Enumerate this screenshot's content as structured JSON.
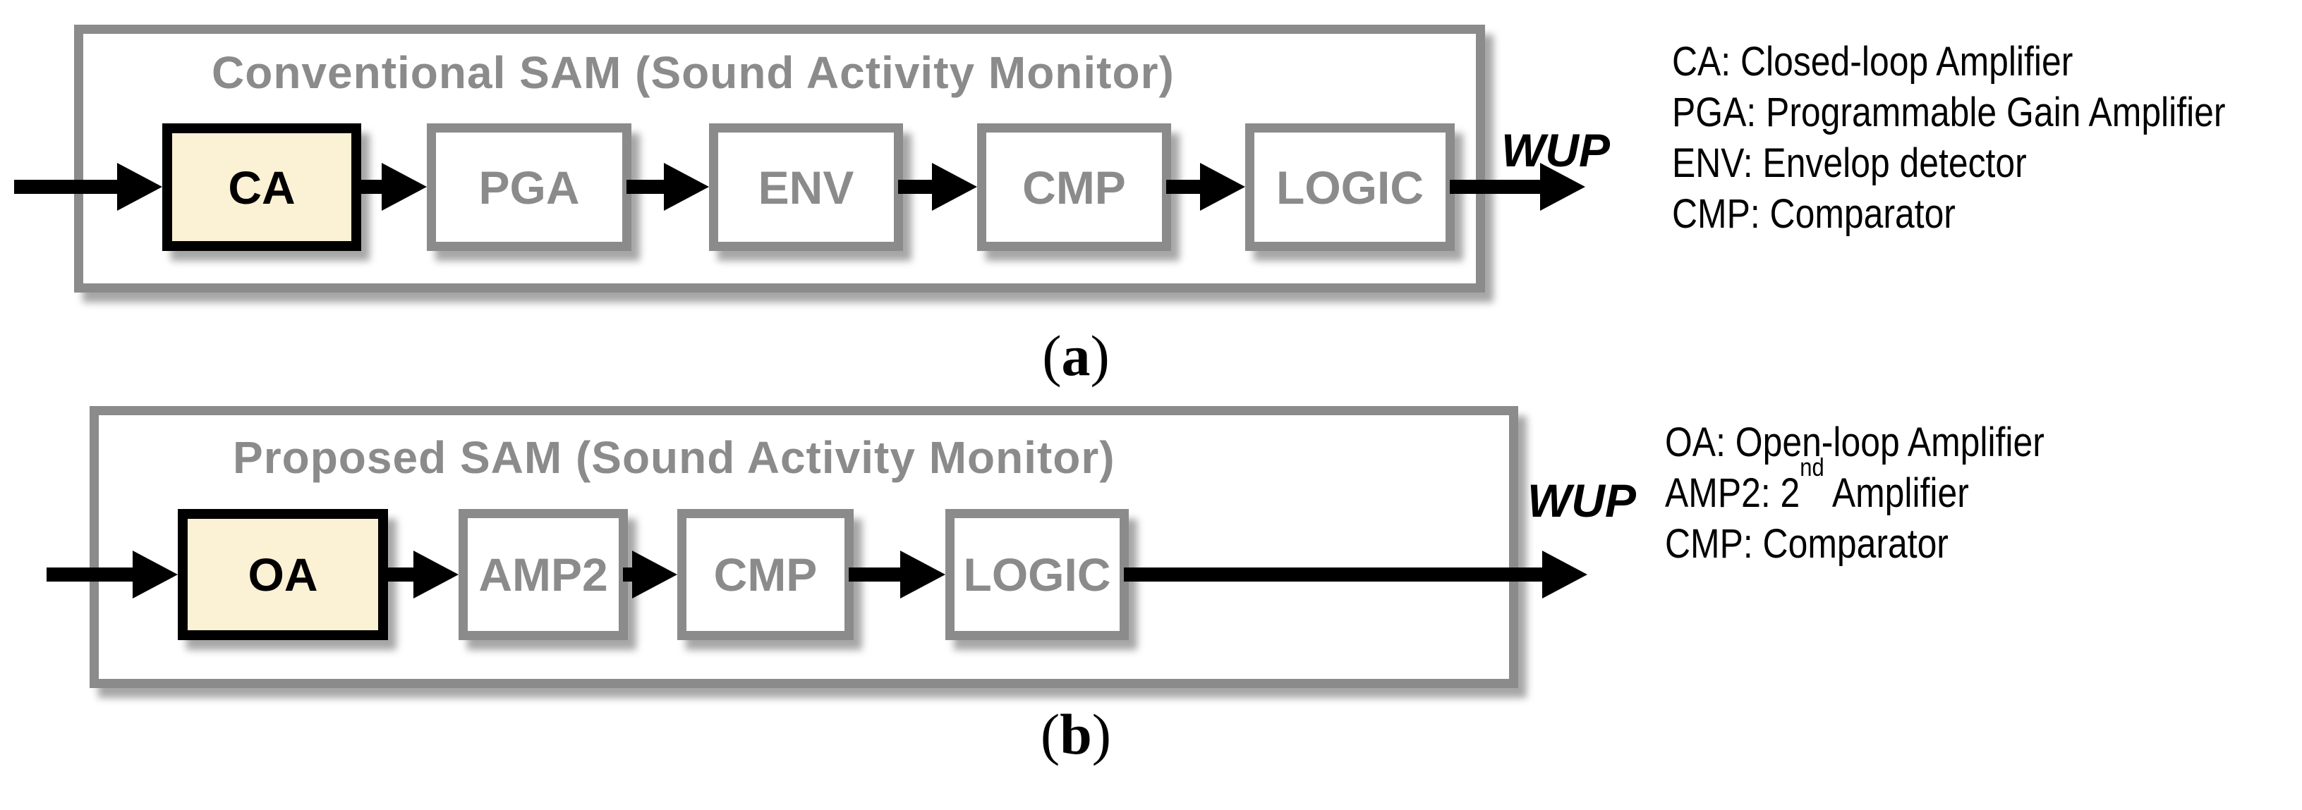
{
  "figure": {
    "colors": {
      "highlight_fill": "#FBF1D4",
      "outline_gray": "#8B8B8B",
      "arrow_black": "#000000",
      "background": "#FFFFFF"
    },
    "panel_a": {
      "title": "Conventional SAM (Sound Activity Monitor)",
      "blocks": [
        "CA",
        "PGA",
        "ENV",
        "CMP",
        "LOGIC"
      ],
      "highlighted_block": "CA",
      "output_label": "WUP",
      "caption": {
        "open": "(",
        "letter": "a",
        "close": ")"
      },
      "legend": [
        "CA: Closed-loop Amplifier",
        "PGA: Programmable Gain Amplifier",
        "ENV: Envelop detector",
        "CMP: Comparator"
      ]
    },
    "panel_b": {
      "title": "Proposed SAM (Sound Activity Monitor)",
      "blocks": [
        "OA",
        "AMP2",
        "CMP",
        "LOGIC"
      ],
      "highlighted_block": "OA",
      "output_label": "WUP",
      "caption": {
        "open": "(",
        "letter": "b",
        "close": ")"
      },
      "legend_line1": "OA: Open-loop Amplifier",
      "legend_line2": {
        "pre": "AMP2: 2",
        "sup": "nd",
        "post": " Amplifier"
      },
      "legend_line3": "CMP: Comparator"
    }
  }
}
